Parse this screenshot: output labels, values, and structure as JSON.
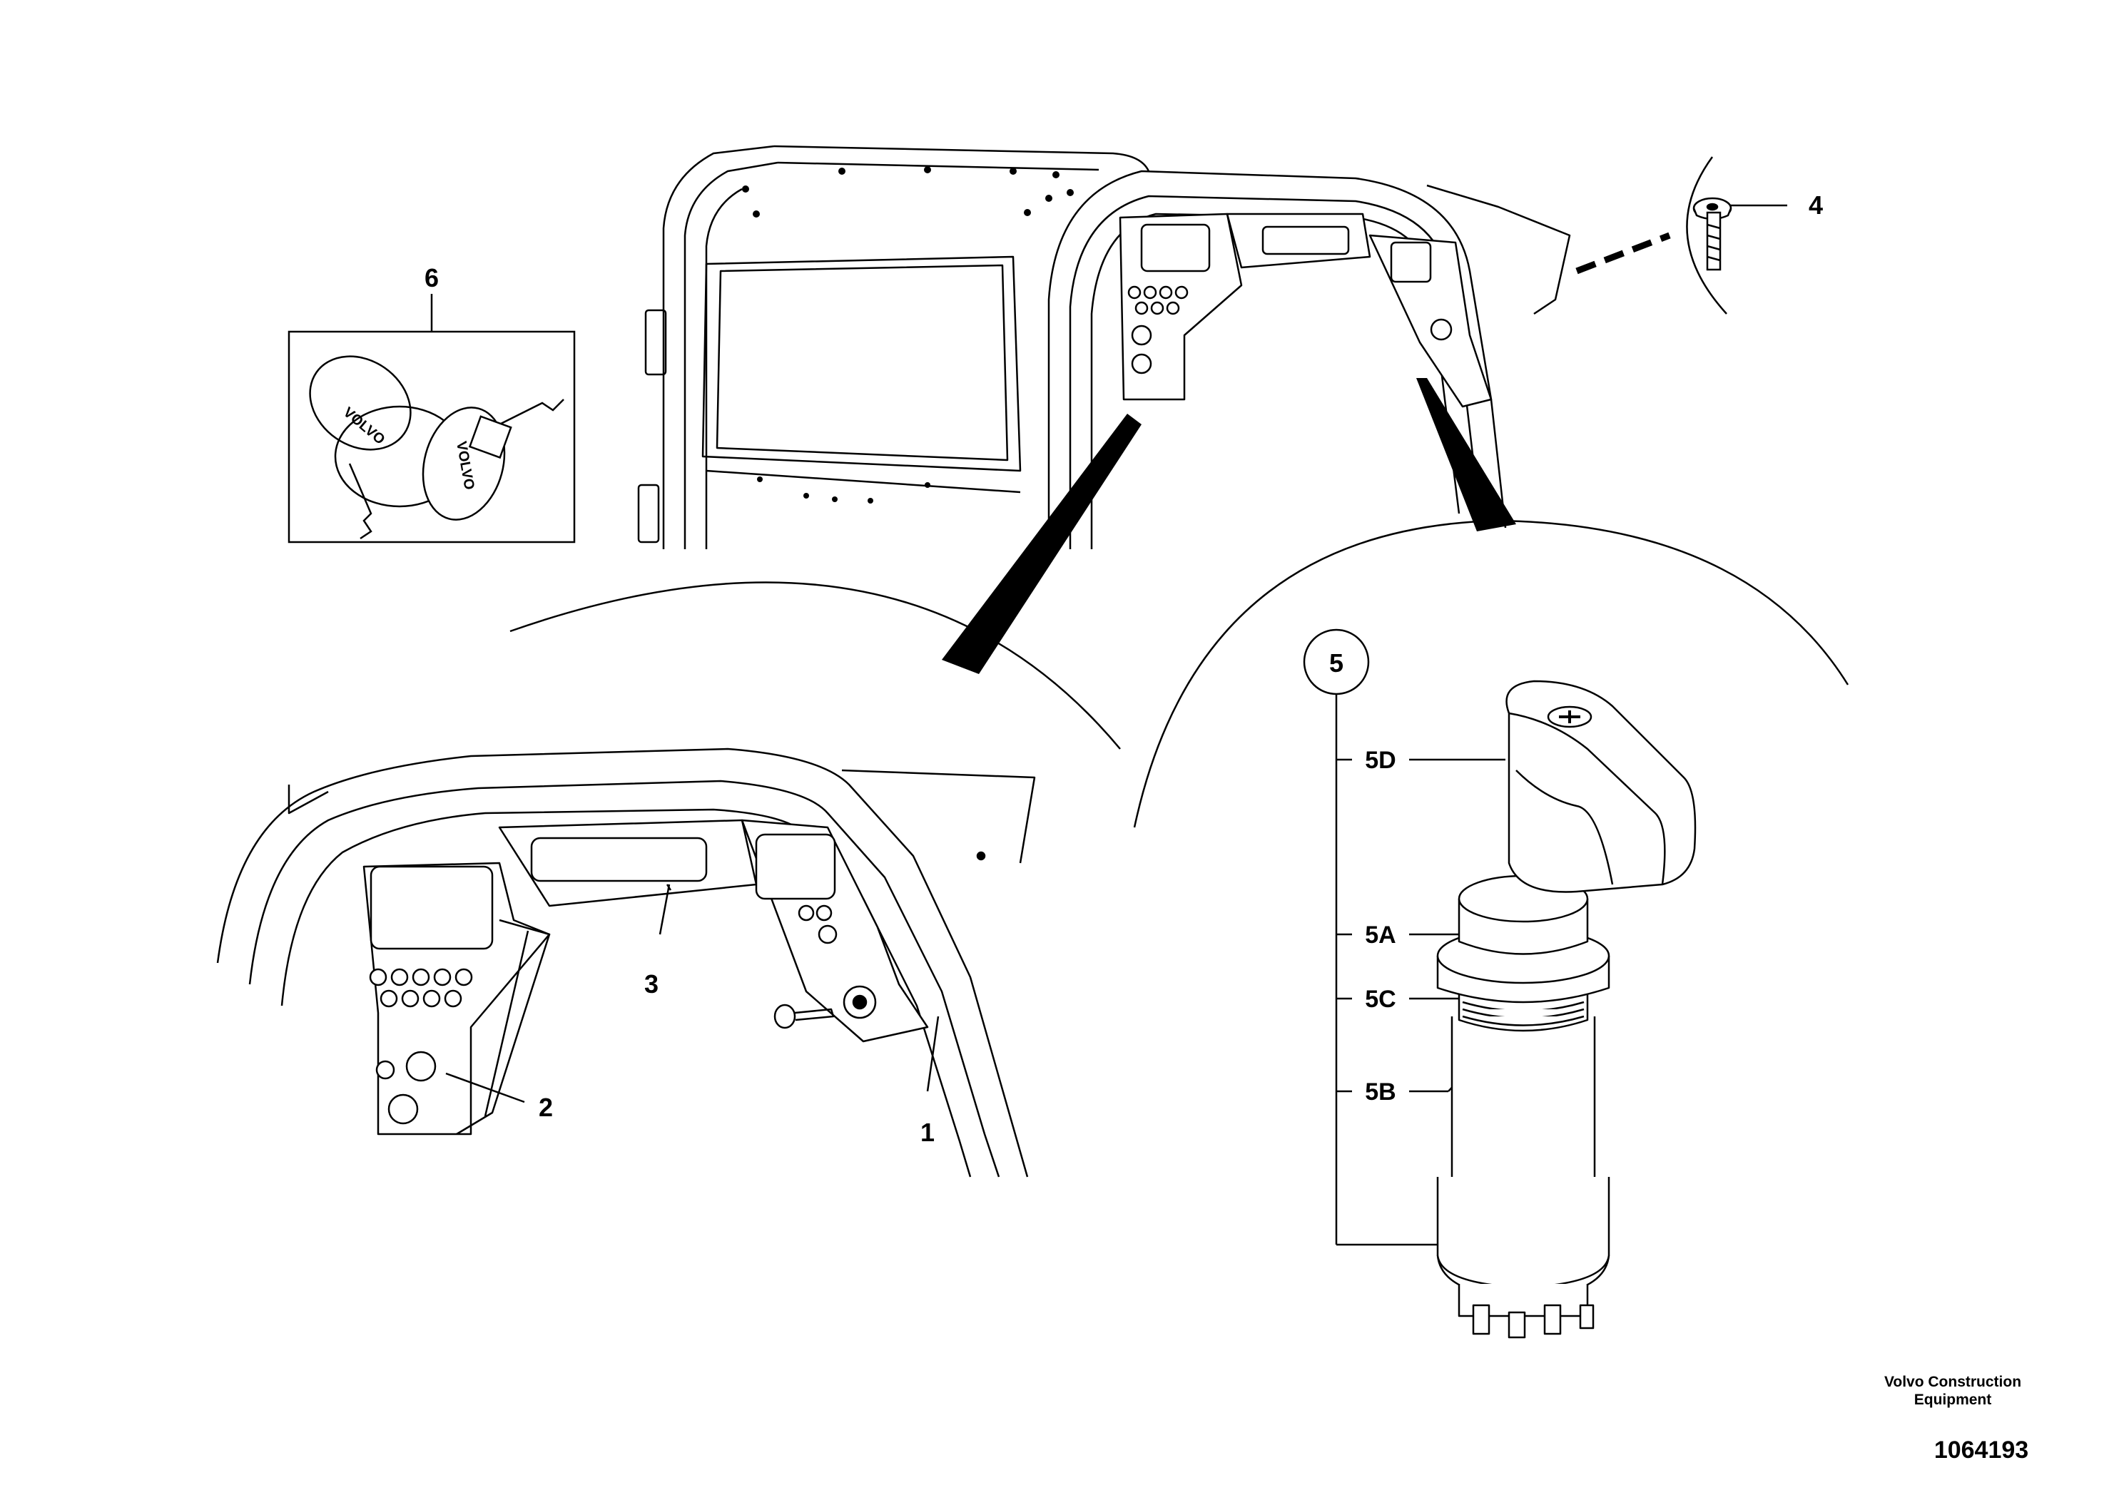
{
  "callouts": {
    "c1": "1",
    "c2": "2",
    "c3": "3",
    "c4": "4",
    "c5": "5",
    "c5A": "5A",
    "c5B": "5B",
    "c5C": "5C",
    "c5D": "5D",
    "c6": "6"
  },
  "key_tag_text": "VOLVO",
  "footer": {
    "company_line1": "Volvo Construction",
    "company_line2": "Equipment",
    "drawing_number": "1064193"
  }
}
